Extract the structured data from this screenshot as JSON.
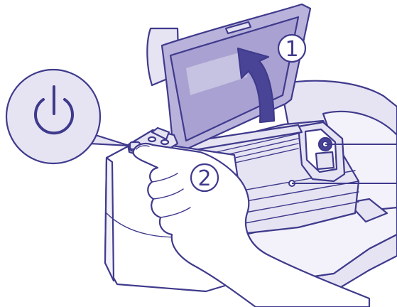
{
  "diagram": {
    "steps": [
      {
        "number": "1",
        "action": "open-printer-cover"
      },
      {
        "number": "2",
        "action": "press-power-button"
      }
    ],
    "callout": {
      "icon": "power-icon"
    },
    "leader_lines": 2,
    "colors": {
      "line": "#3f3a8c",
      "lavender": "#e6e4f3",
      "lavender_light": "#f3f2fa",
      "cover_tint": "#b9b3dc",
      "cover_tint_dark": "#a8a1d2",
      "arrow_fill": "#4a4496",
      "white": "#ffffff"
    }
  }
}
